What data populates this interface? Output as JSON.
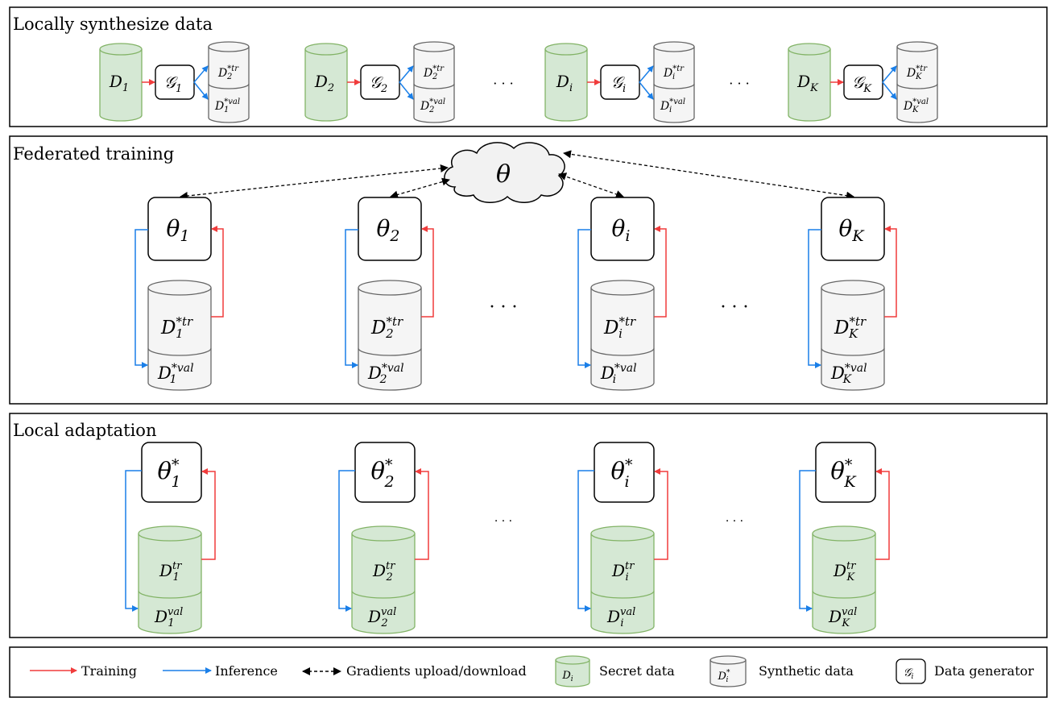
{
  "sections": {
    "synthesize": {
      "title": "Locally synthesize data",
      "secret": [
        "D",
        "D",
        "D",
        "D"
      ],
      "secret_sub": [
        "1",
        "2",
        "i",
        "K"
      ],
      "gen_main": [
        "𝒢",
        "𝒢",
        "𝒢",
        "𝒢"
      ],
      "gen_sub": [
        "1",
        "2",
        "i",
        "K"
      ],
      "syn_top_sup": [
        "*tr",
        "*tr",
        "*tr",
        "*tr"
      ],
      "syn_bot_sup": [
        "*val",
        "*val",
        "*val",
        "*val"
      ],
      "syn_sub": [
        "2",
        "2",
        "i",
        "K"
      ],
      "syn_bot_sub": [
        "1",
        "2",
        "i",
        "K"
      ],
      "ellipsis": [
        "· · ·",
        "· · ·"
      ]
    },
    "federated": {
      "title": "Federated training",
      "server_label": "θ",
      "model_main": [
        "θ",
        "θ",
        "θ",
        "θ"
      ],
      "model_sub": [
        "1",
        "2",
        "i",
        "K"
      ],
      "ellipsis": [
        "· · ·",
        "· · ·"
      ]
    },
    "adaptation": {
      "title": "Local adaptation",
      "model_main": [
        "θ",
        "θ",
        "θ",
        "θ"
      ],
      "model_sup": [
        "*",
        "*",
        "*",
        "*"
      ],
      "model_sub": [
        "1",
        "2",
        "i",
        "K"
      ],
      "tr_sup": [
        "tr",
        "tr",
        "tr",
        "tr"
      ],
      "val_sup": [
        "val",
        "val",
        "val",
        "val"
      ],
      "ellipsis": [
        "· · ·",
        "· · ·"
      ]
    }
  },
  "legend": {
    "training": "Training",
    "inference": "Inference",
    "gradients": "Gradients upload/download",
    "secret_icon": "D",
    "secret_icon_sub": "i",
    "secret": "Secret data",
    "synthetic_icon": "D",
    "synthetic_icon_sup": "*",
    "synthetic_icon_sub": "i",
    "synthetic": "Synthetic data",
    "generator_icon": "𝒢",
    "generator_icon_sub": "i",
    "generator": "Data generator"
  },
  "colors": {
    "training_arrow": "#f03c3c",
    "inference_arrow": "#1a7fe8",
    "secret_fill": "#d5e8d4",
    "secret_stroke": "#82b366",
    "synthetic_fill": "#f5f5f5",
    "synthetic_stroke": "#666666"
  }
}
